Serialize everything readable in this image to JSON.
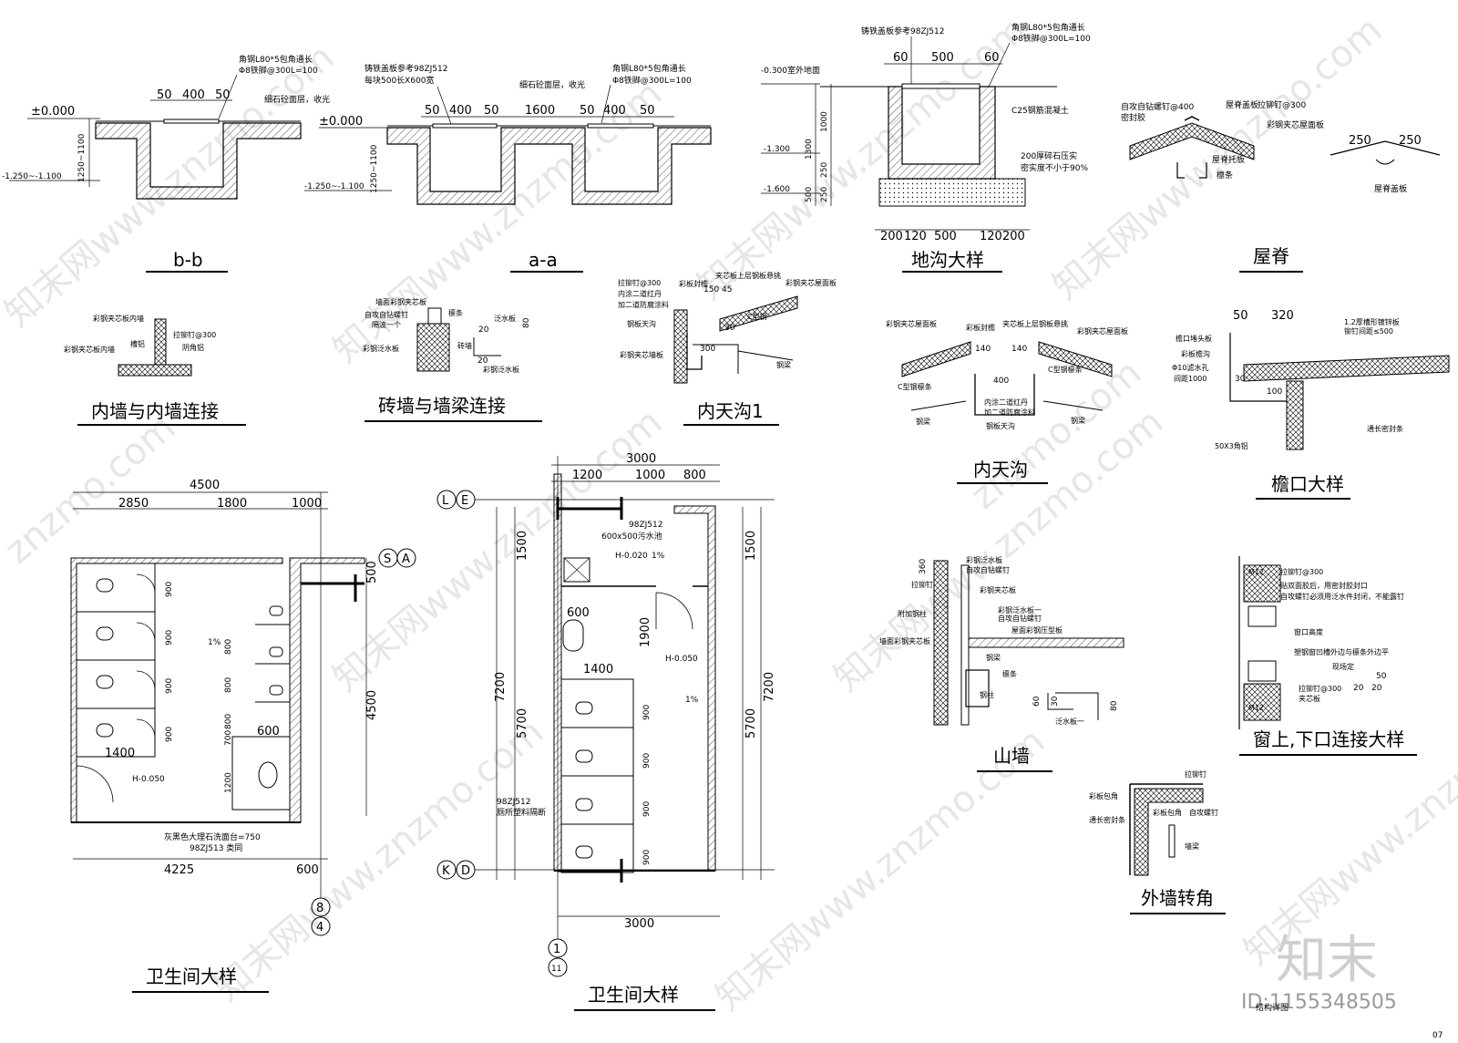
{
  "titles": {
    "bb": "b-b",
    "aa": "a-a",
    "ground_trench": "地沟大样",
    "ridge": "屋脊",
    "inner_wall": "内墙与内墙连接",
    "brick_wall": "砖墙与墙梁连接",
    "inner_gutter1": "内天沟1",
    "inner_gutter": "内天沟",
    "eave": "檐口大样",
    "gable": "山墙",
    "window": "窗上,下口连接大样",
    "corner": "外墙转角",
    "toilet_left": "卫生间大样",
    "toilet_right": "卫生间大样"
  },
  "bb": {
    "dims": [
      "50",
      "400",
      "50"
    ],
    "levels": [
      "±0.000",
      "-1.250~-1.100"
    ],
    "vdim": "1250~1100",
    "notes": [
      "角钢L80*5包角通长",
      "Φ8铁脚@300L=100",
      "细石砼面层，收光"
    ]
  },
  "aa": {
    "dims": [
      "50",
      "400",
      "50",
      "1600",
      "50",
      "400",
      "50"
    ],
    "levels": [
      "±0.000",
      "-1.250~-1.100"
    ],
    "vdim": "1250~1100",
    "notes": [
      "铸铁盖板参考98ZJ512",
      "每块500长X600宽",
      "角钢L80*5包角通长",
      "Φ8铁脚@300L=100",
      "细石砼面层，收光"
    ]
  },
  "trench": {
    "notes": [
      "铸铁盖板参考98ZJ512",
      "角钢L80*5包角通长",
      "Φ8铁脚@300L=100",
      "C25钢筋混凝土",
      "200厚碎石压实",
      "密实度不小于90%"
    ],
    "top_dims": [
      "60",
      "500",
      "60"
    ],
    "levels": [
      "-0.300室外地面",
      "-1.300",
      "-1.600"
    ],
    "vdims": [
      "1000",
      "1300",
      "250",
      "500",
      "250"
    ],
    "bottom_dims": [
      "200",
      "120",
      "500",
      "120",
      "200"
    ]
  },
  "ridge": {
    "notes": [
      "屋脊盖板",
      "拉铆钉@300",
      "自攻自钻螺钉@400",
      "密封胶",
      "彩钢夹芯屋面板",
      "屋脊托板",
      "檩条",
      "屋脊盖板"
    ],
    "dims": [
      "250",
      "250"
    ]
  },
  "inner_wall": {
    "notes": [
      "彩钢夹芯板内墙",
      "拉铆钉@300",
      "彩钢夹芯板内墙",
      "槽铝",
      "阴角铝"
    ]
  },
  "brick": {
    "notes": [
      "墙面彩钢夹芯板",
      "自攻自钻螺钉",
      "隔波一个",
      "彩钢泛水板",
      "檩条",
      "砖墙",
      "泛水板",
      "彩钢泛水板"
    ],
    "dims": [
      "20",
      "20",
      "80"
    ]
  },
  "gutter1": {
    "notes": [
      "拉铆钉@300",
      "内涂二道红丹",
      "加二道防腐涂料",
      "彩板封檐",
      "夹芯板上层钢板悬挑",
      "彩钢夹芯屋面板",
      "钢板天沟",
      "彩钢夹芯墙板",
      "C型钢",
      "钢梁"
    ],
    "dims": [
      "150",
      "45",
      "300",
      "30"
    ]
  },
  "gutter": {
    "notes": [
      "彩钢夹芯屋面板",
      "彩板封檐",
      "夹芯板上层钢板悬挑",
      "彩钢夹芯屋面板",
      "C型钢檩条",
      "C型钢檩条",
      "内涂二道红丹",
      "加二道防腐涂料",
      "钢板天沟",
      "钢梁",
      "钢梁"
    ],
    "dims": [
      "140",
      "140",
      "400"
    ]
  },
  "eave": {
    "dims": [
      "50",
      "320",
      "30",
      "100"
    ],
    "notes": [
      "1.2厚槽形镀锌板",
      "铆钉间距≤500",
      "檐口堵头板",
      "彩板檐沟",
      "Φ10滤水孔",
      "间距1000",
      "通长密封条",
      "50X3角铝"
    ]
  },
  "gable": {
    "notes": [
      "彩钢泛水板",
      "自攻自钻螺钉",
      "拉铆钉",
      "彩钢夹芯板",
      "附加钢柱",
      "墙面彩钢夹芯板",
      "彩钢泛水板一",
      "自攻自钻螺钉",
      "屋面彩钢压型板",
      "钢梁",
      "檩条",
      "钢柱",
      "泛水板一"
    ],
    "dims": [
      "360",
      "60",
      "30",
      "80"
    ]
  },
  "window": {
    "notes": [
      "M12",
      "拉铆钉@300",
      "贴双面胶后，用密封胶封口",
      "自攻螺钉必须用泛水件封闭，不能露钉",
      "窗口高度",
      "塑钢窗凹槽外边与檩条外边平",
      "现场定",
      "拉铆钉@300",
      "夹芯板",
      "M12"
    ],
    "dims": [
      "50",
      "20",
      "20"
    ]
  },
  "corner": {
    "notes": [
      "拉铆钉",
      "彩板包角",
      "自攻螺钉",
      "彩板包角",
      "通长密封条",
      "墙梁"
    ]
  },
  "toilet_left": {
    "top_dims": [
      "4500",
      "2850",
      "1800",
      "1000"
    ],
    "axis_top": [
      "S",
      "A"
    ],
    "axis_bottom": [
      "8",
      "4"
    ],
    "right_dims": [
      "500",
      "4500"
    ],
    "stall_dims": [
      "900",
      "900",
      "900",
      "900"
    ],
    "inner_dims": [
      "800",
      "800",
      "800",
      "700",
      "1200"
    ],
    "dims_misc": [
      "1400",
      "600"
    ],
    "levels": [
      "H-0.050"
    ],
    "slope": "1%",
    "notes": [
      "灰黑色大理石洗面台=750",
      "98ZJ513 类同"
    ],
    "bottom_dims": [
      "4225",
      "600"
    ]
  },
  "toilet_right": {
    "top_dims": [
      "3000",
      "1200",
      "1000",
      "800"
    ],
    "axis_top": [
      "L",
      "E"
    ],
    "axis_bottom": [
      "K",
      "D"
    ],
    "axis_foot": [
      "1",
      "11"
    ],
    "left_dims": [
      "1500",
      "7200",
      "5700"
    ],
    "right_dims": [
      "1500",
      "7200",
      "5700"
    ],
    "stall_dims": [
      "900",
      "900",
      "900",
      "900"
    ],
    "dims_misc": [
      "600",
      "1400",
      "1900"
    ],
    "levels": [
      "H-0.020",
      "H-0.050"
    ],
    "slope": "1%",
    "notes": [
      "98ZJ512",
      "600x500污水池",
      "98ZJ512",
      "厕所塑料隔断"
    ],
    "bottom_dim": "3000"
  },
  "watermark": {
    "brand": "知末",
    "id": "ID:1155348505",
    "sheet": "结构详图",
    "page": "07",
    "urls": [
      "知末网www.znzmo.com",
      "znzmo.com"
    ]
  }
}
